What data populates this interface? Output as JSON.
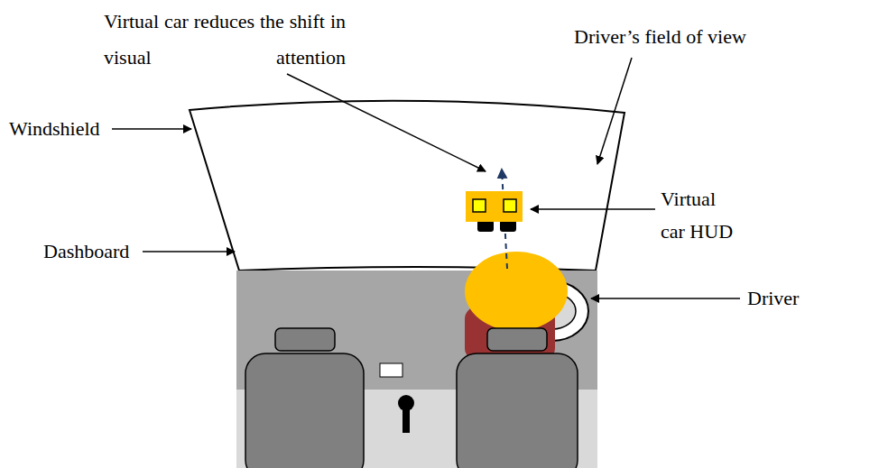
{
  "diagram": {
    "labels": [
      "Virtual car reduces the shift in visual attention",
      "Driver’s field of view",
      "Windshield",
      "Dashboard",
      "Virtual car HUD",
      "Driver"
    ]
  }
}
